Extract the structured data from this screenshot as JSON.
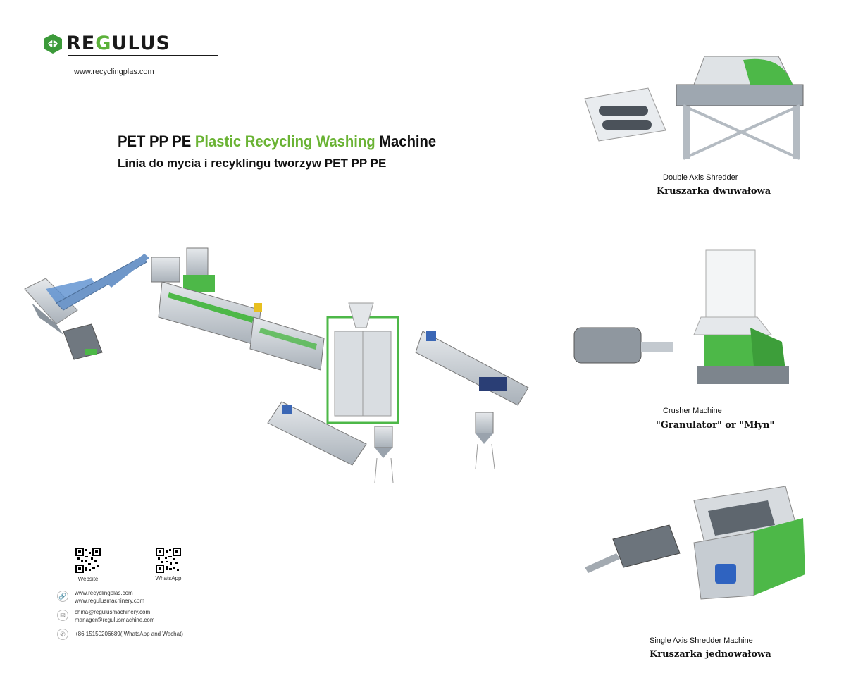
{
  "brand": {
    "logo_text_pre": "RE",
    "logo_text_g": "G",
    "logo_text_post": "ULUS",
    "website": "www.recyclingplas.com"
  },
  "title": {
    "part1": "PET PP PE ",
    "part2": "Plastic Recycling Washing",
    "part3": " Machine",
    "subtitle": "Linia do mycia i recyklingu tworzyw PET PP PE"
  },
  "machines": [
    {
      "name_en": "Double Axis Shredder",
      "name_pl": "Kruszarka dwuwałowa"
    },
    {
      "name_en": "Crusher Machine",
      "name_pl": "\"Granulator\" or \"Młyn\""
    },
    {
      "name_en": "Single Axis Shredder Machine",
      "name_pl": "Kruszarka jednowałowa"
    }
  ],
  "qr": {
    "website_label": "Website",
    "whatsapp_label": "WhatsApp"
  },
  "contacts": {
    "web1": "www.recyclingplas.com",
    "web2": "www.regulusmachinery.com",
    "email1": "china@regulusmachinery.com",
    "email2": "manager@regulusmachine.com",
    "phone": "+86 15150206689( WhatsApp and Wechat)"
  },
  "icons": [
    "link-icon",
    "mail-icon",
    "phone-icon"
  ],
  "colors": {
    "accent_green": "#6ab334",
    "machine_green": "#4db848",
    "steel": "#9aa3ad"
  }
}
